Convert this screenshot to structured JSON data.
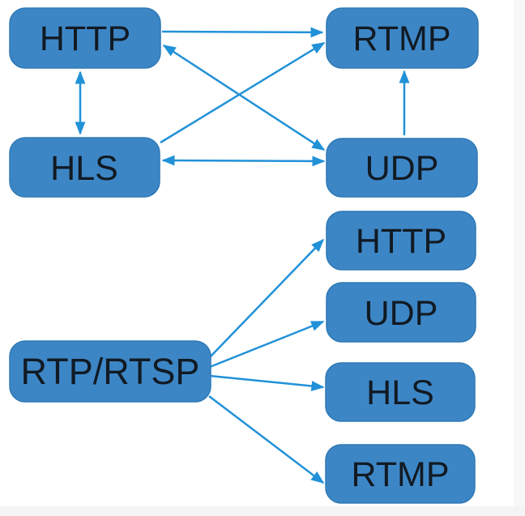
{
  "colors": {
    "background": "#ffffff",
    "node_fill": "#3d86c6",
    "node_border": "#2e79b5",
    "arrow": "#2191d8",
    "label_text": "#111a23"
  },
  "nodes": {
    "http_top": {
      "label": "HTTP"
    },
    "rtmp_top": {
      "label": "RTMP"
    },
    "hls_left": {
      "label": "HLS"
    },
    "udp_top": {
      "label": "UDP"
    },
    "rtp_rtsp": {
      "label": "RTP/RTSP"
    },
    "http_right": {
      "label": "HTTP"
    },
    "udp_right": {
      "label": "UDP"
    },
    "hls_right": {
      "label": "HLS"
    },
    "rtmp_right": {
      "label": "RTMP"
    }
  },
  "edges": [
    {
      "from": "HTTP (top-left)",
      "to": "RTMP (top-right)",
      "direction": "one-way"
    },
    {
      "from": "HTTP (top-left)",
      "to": "HLS (left)",
      "direction": "two-way"
    },
    {
      "from": "HTTP (top-left)",
      "to": "UDP (top-right)",
      "direction": "two-way"
    },
    {
      "from": "HLS (left)",
      "to": "RTMP (top-right)",
      "direction": "one-way"
    },
    {
      "from": "HLS (left)",
      "to": "UDP (top-right)",
      "direction": "two-way"
    },
    {
      "from": "UDP (top-right)",
      "to": "RTMP (top-right)",
      "direction": "one-way"
    },
    {
      "from": "RTP/RTSP",
      "to": "HTTP (right column)",
      "direction": "one-way"
    },
    {
      "from": "RTP/RTSP",
      "to": "UDP (right column)",
      "direction": "one-way"
    },
    {
      "from": "RTP/RTSP",
      "to": "HLS (right column)",
      "direction": "one-way"
    },
    {
      "from": "RTP/RTSP",
      "to": "RTMP (right column)",
      "direction": "one-way"
    }
  ]
}
